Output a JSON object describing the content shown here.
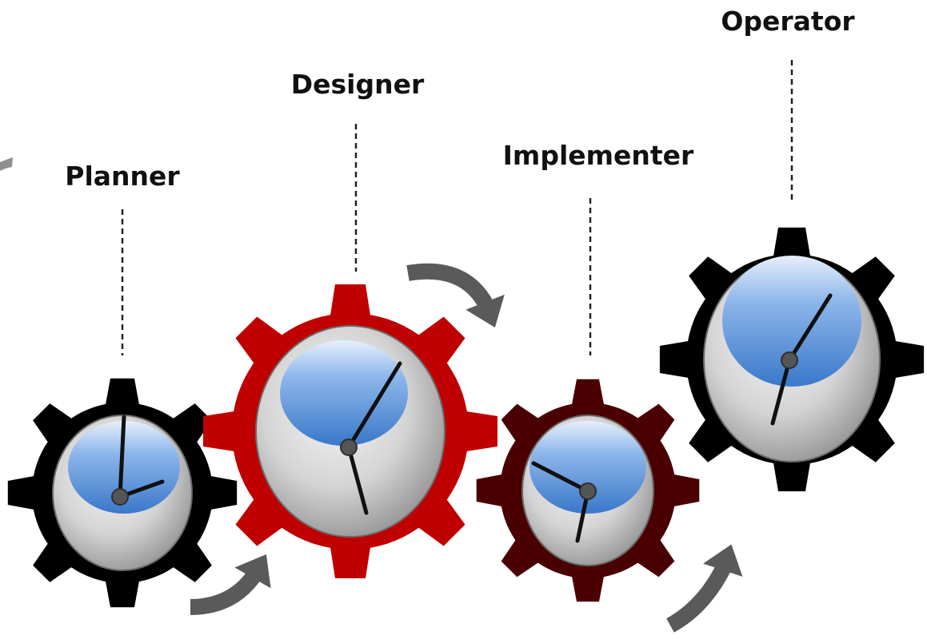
{
  "diagram": {
    "roles": [
      {
        "id": "planner",
        "label": "Planner",
        "gear_color": "#000000",
        "clock_hours": 3.0
      },
      {
        "id": "designer",
        "label": "Designer",
        "gear_color": "#c00000",
        "clock_hours": 1.0
      },
      {
        "id": "implementer",
        "label": "Implementer",
        "gear_color": "#4a0000",
        "clock_hours": 9.0
      },
      {
        "id": "operator",
        "label": "Operator",
        "gear_color": "#000000",
        "clock_hours": 1.0
      }
    ],
    "colors": {
      "arrow": "#5a5a5a",
      "dashed_line": "#222222",
      "clock_face_top": "#a9c9f0",
      "clock_face_bottom": "#3f7fcf",
      "clock_body": "#c8c8c8",
      "hand": "#111111",
      "hub": "#555555"
    },
    "icons": [
      "gear-icon",
      "clock-icon",
      "curved-arrow-icon"
    ]
  }
}
